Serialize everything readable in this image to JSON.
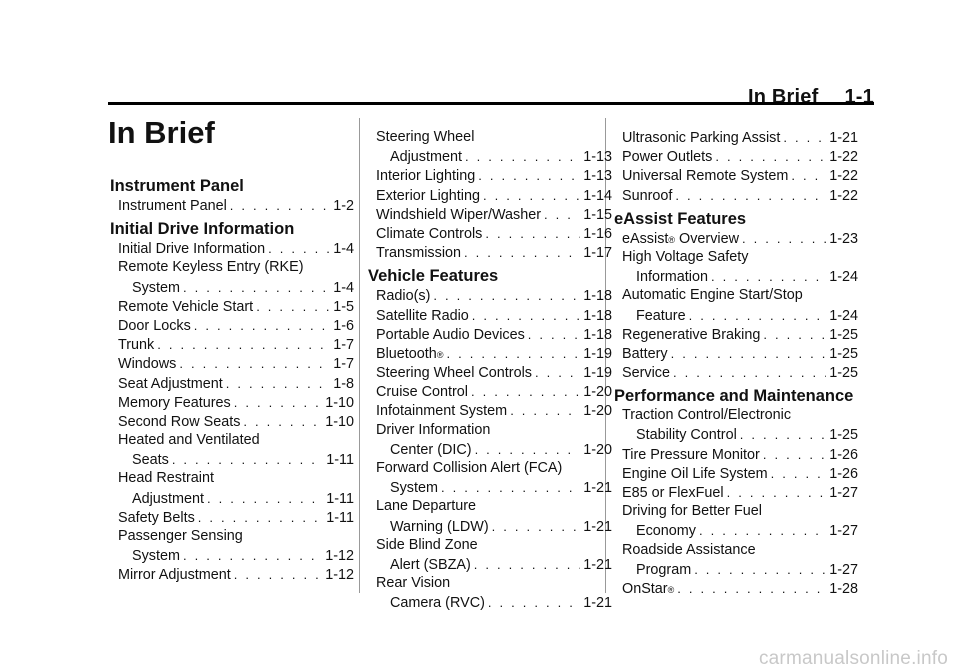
{
  "header": {
    "section": "In Brief",
    "page": "1-1"
  },
  "title": "In Brief",
  "columns": [
    {
      "blocks": [
        {
          "heading": "Instrument Panel",
          "entries": [
            {
              "lines": [
                "Instrument Panel"
              ],
              "page": "1-2"
            }
          ]
        },
        {
          "heading": "Initial Drive Information",
          "entries": [
            {
              "lines": [
                "Initial Drive Information"
              ],
              "page": "1-4"
            },
            {
              "lines": [
                "Remote Keyless Entry (RKE)",
                "System"
              ],
              "page": "1-4"
            },
            {
              "lines": [
                "Remote Vehicle Start"
              ],
              "page": "1-5"
            },
            {
              "lines": [
                "Door Locks"
              ],
              "page": "1-6"
            },
            {
              "lines": [
                "Trunk"
              ],
              "page": "1-7"
            },
            {
              "lines": [
                "Windows"
              ],
              "page": "1-7"
            },
            {
              "lines": [
                "Seat Adjustment"
              ],
              "page": "1-8"
            },
            {
              "lines": [
                "Memory Features"
              ],
              "page": "1-10"
            },
            {
              "lines": [
                "Second Row Seats"
              ],
              "page": "1-10"
            },
            {
              "lines": [
                "Heated and Ventilated",
                "Seats"
              ],
              "page": "1-11"
            },
            {
              "lines": [
                "Head Restraint",
                "Adjustment"
              ],
              "page": "1-11"
            },
            {
              "lines": [
                "Safety Belts"
              ],
              "page": "1-11"
            },
            {
              "lines": [
                "Passenger Sensing",
                "System"
              ],
              "page": "1-12"
            },
            {
              "lines": [
                "Mirror Adjustment"
              ],
              "page": "1-12"
            }
          ]
        }
      ]
    },
    {
      "blocks": [
        {
          "heading": "",
          "entries": [
            {
              "lines": [
                "Steering Wheel",
                "Adjustment"
              ],
              "page": "1-13"
            },
            {
              "lines": [
                "Interior Lighting"
              ],
              "page": "1-13"
            },
            {
              "lines": [
                "Exterior Lighting"
              ],
              "page": "1-14"
            },
            {
              "lines": [
                "Windshield Wiper/Washer"
              ],
              "page": "1-15"
            },
            {
              "lines": [
                "Climate Controls"
              ],
              "page": "1-16"
            },
            {
              "lines": [
                "Transmission"
              ],
              "page": "1-17"
            }
          ]
        },
        {
          "heading": "Vehicle Features",
          "entries": [
            {
              "lines": [
                "Radio(s)"
              ],
              "page": "1-18"
            },
            {
              "lines": [
                "Satellite Radio"
              ],
              "page": "1-18"
            },
            {
              "lines": [
                "Portable Audio Devices"
              ],
              "page": "1-18"
            },
            {
              "lines": [
                "Bluetooth"
              ],
              "sup": "®",
              "page": "1-19"
            },
            {
              "lines": [
                "Steering Wheel Controls"
              ],
              "page": "1-19"
            },
            {
              "lines": [
                "Cruise Control"
              ],
              "page": "1-20"
            },
            {
              "lines": [
                "Infotainment System"
              ],
              "page": "1-20"
            },
            {
              "lines": [
                "Driver Information",
                "Center (DIC)"
              ],
              "page": "1-20"
            },
            {
              "lines": [
                "Forward Collision Alert (FCA)",
                "System"
              ],
              "page": "1-21"
            },
            {
              "lines": [
                "Lane Departure",
                "Warning (LDW)"
              ],
              "page": "1-21"
            },
            {
              "lines": [
                "Side Blind Zone",
                "Alert (SBZA)"
              ],
              "page": "1-21"
            },
            {
              "lines": [
                "Rear Vision",
                "Camera (RVC)"
              ],
              "page": "1-21"
            }
          ]
        }
      ]
    },
    {
      "blocks": [
        {
          "heading": "",
          "entries": [
            {
              "lines": [
                "Ultrasonic Parking Assist"
              ],
              "page": "1-21"
            },
            {
              "lines": [
                "Power Outlets"
              ],
              "page": "1-22"
            },
            {
              "lines": [
                "Universal Remote System"
              ],
              "page": "1-22"
            },
            {
              "lines": [
                "Sunroof"
              ],
              "page": "1-22"
            }
          ]
        },
        {
          "heading": "eAssist Features",
          "entries": [
            {
              "lines": [
                "eAssist"
              ],
              "sup": "®",
              "suffix": " Overview",
              "page": "1-23"
            },
            {
              "lines": [
                "High Voltage Safety",
                "Information"
              ],
              "page": "1-24"
            },
            {
              "lines": [
                "Automatic Engine Start/Stop",
                "Feature"
              ],
              "page": "1-24"
            },
            {
              "lines": [
                "Regenerative Braking"
              ],
              "page": "1-25"
            },
            {
              "lines": [
                "Battery"
              ],
              "page": "1-25"
            },
            {
              "lines": [
                "Service"
              ],
              "page": "1-25"
            }
          ]
        },
        {
          "heading": "Performance and Maintenance",
          "entries": [
            {
              "lines": [
                "Traction Control/Electronic",
                "Stability Control"
              ],
              "page": "1-25"
            },
            {
              "lines": [
                "Tire Pressure Monitor"
              ],
              "page": "1-26"
            },
            {
              "lines": [
                "Engine Oil Life System"
              ],
              "page": "1-26"
            },
            {
              "lines": [
                "E85 or FlexFuel"
              ],
              "page": "1-27"
            },
            {
              "lines": [
                "Driving for Better Fuel",
                "Economy"
              ],
              "page": "1-27"
            },
            {
              "lines": [
                "Roadside Assistance",
                "Program"
              ],
              "page": "1-27"
            },
            {
              "lines": [
                "OnStar"
              ],
              "sup": "®",
              "page": "1-28"
            }
          ]
        }
      ]
    }
  ],
  "watermark": "carmanualsonline.info"
}
